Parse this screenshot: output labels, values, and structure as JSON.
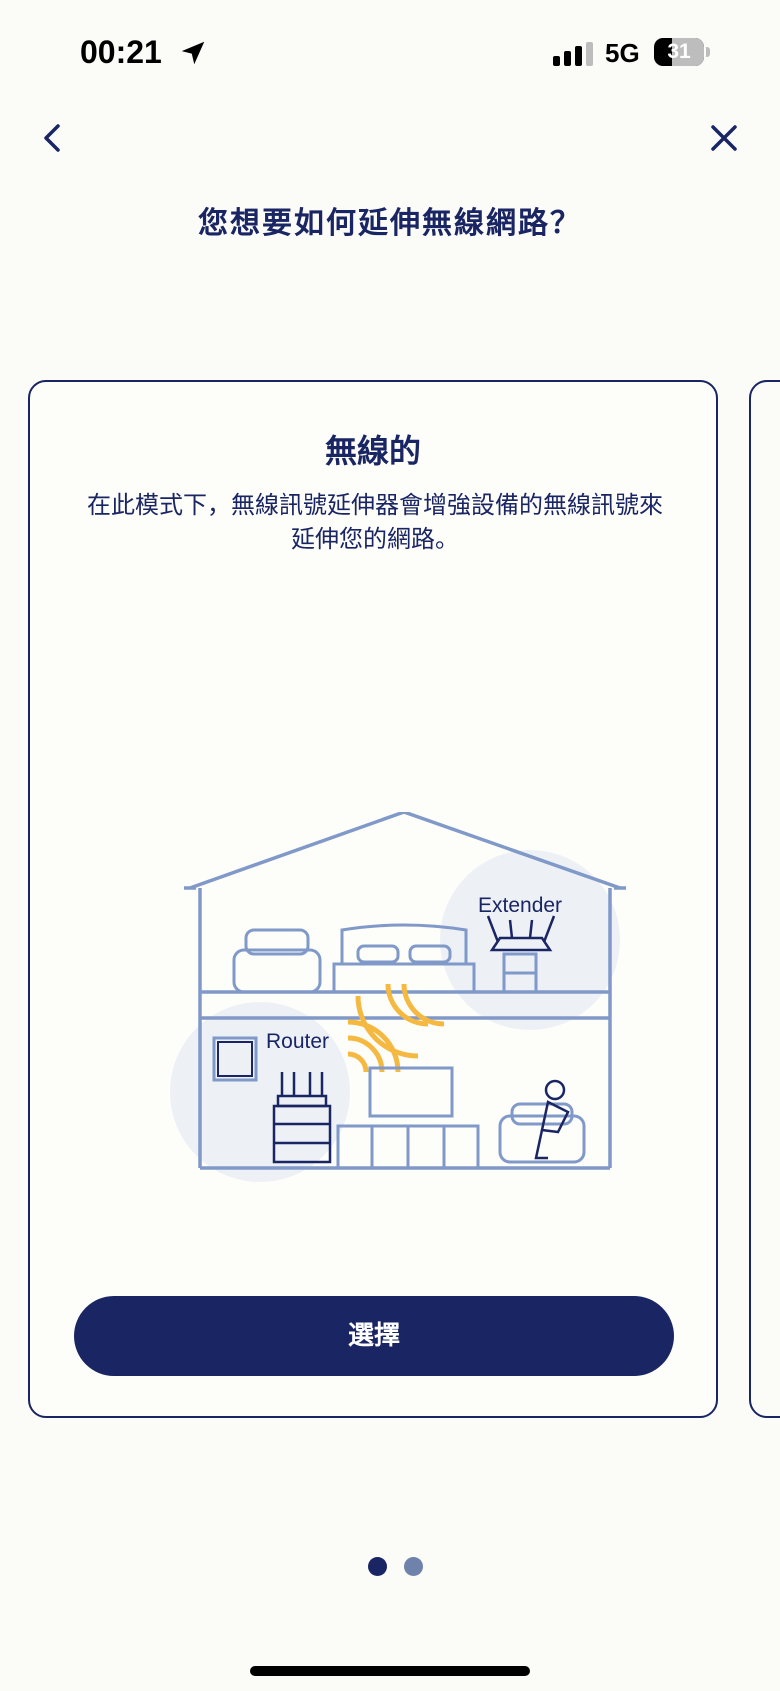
{
  "status_bar": {
    "time": "00:21",
    "network": "5G",
    "battery": "31"
  },
  "nav": {
    "back_icon": "chevron-left-icon",
    "close_icon": "close-icon"
  },
  "page": {
    "title": "您想要如何延伸無線網路？"
  },
  "card": {
    "title": "無線的",
    "description": "在此模式下，無線訊號延伸器會增強設備的無線訊號來延伸您的網路。",
    "illustration": {
      "extender_label": "Extender",
      "router_label": "Router"
    },
    "select_label": "選擇"
  },
  "pager": {
    "count": 2,
    "active": 1
  },
  "colors": {
    "primary": "#1a2563",
    "illustration_line": "#8099c8",
    "signal": "#f5b942",
    "background": "#fbfbf7"
  }
}
